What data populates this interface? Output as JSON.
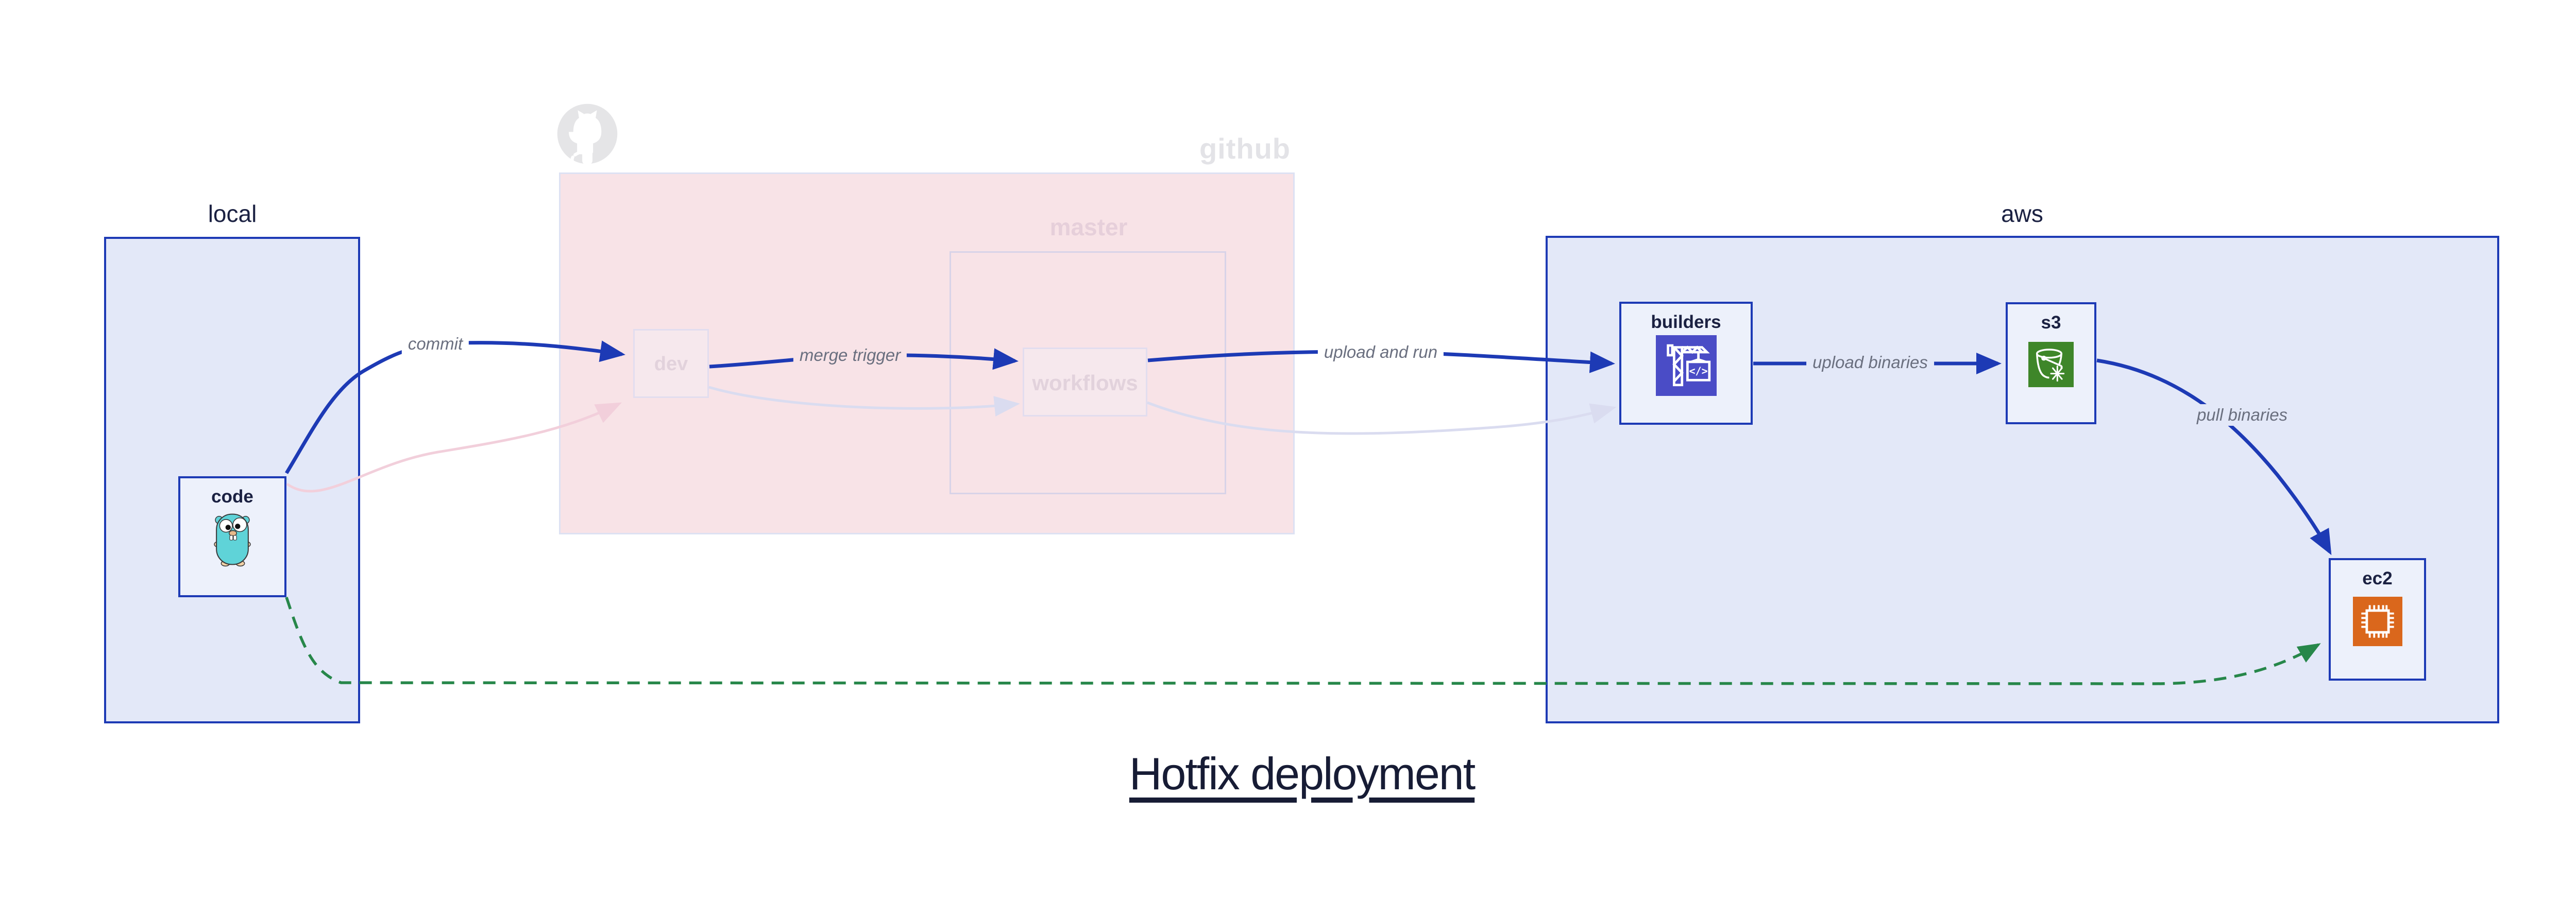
{
  "title": "Hotfix deployment",
  "groups": {
    "local": {
      "label": "local"
    },
    "github": {
      "label": "github",
      "master": {
        "label": "master"
      }
    },
    "aws": {
      "label": "aws"
    }
  },
  "nodes": {
    "code": {
      "label": "code",
      "icon": "go-gopher-icon"
    },
    "dev": {
      "label": "dev"
    },
    "workflows": {
      "label": "workflows"
    },
    "builders": {
      "label": "builders",
      "icon": "codebuild-crane-icon"
    },
    "s3": {
      "label": "s3",
      "icon": "s3-glacier-bucket-icon"
    },
    "ec2": {
      "label": "ec2",
      "icon": "ec2-chip-icon"
    }
  },
  "edges": {
    "commit": {
      "label": "commit",
      "style": "solid-blue"
    },
    "merge_trigger": {
      "label": "merge trigger",
      "style": "solid-blue"
    },
    "upload_and_run": {
      "label": "upload and run",
      "style": "solid-blue"
    },
    "upload_binaries": {
      "label": "upload binaries",
      "style": "solid-blue"
    },
    "pull_binaries": {
      "label": "pull binaries",
      "style": "solid-blue"
    },
    "hotfix_dashed_path": {
      "label": "",
      "style": "dashed-green"
    },
    "code_to_dev_faded": {
      "label": "",
      "style": "faded-pink"
    },
    "dev_to_workflows_faded": {
      "label": "",
      "style": "faded-lavender"
    },
    "workflows_to_builders_faded": {
      "label": "",
      "style": "faded-lavender"
    }
  },
  "colors": {
    "arrow_blue": "#1d3ab5",
    "arrow_green_dashed": "#27874a",
    "arrow_faded_pink": "#f2cfdb",
    "arrow_faded_lavender": "#dadcf0",
    "group_blue_fill": "#e3e8f8",
    "group_pink_fill": "#f8e3e7",
    "node_fill": "#edf1fb",
    "edge_label_gray": "#6a6f7f",
    "builders_icon_bg": "#4a4cc6",
    "s3_icon_bg": "#3e8629",
    "ec2_icon_bg": "#da671c",
    "gopher_teal": "#5fd3d8",
    "watermark_gray": "#e3e3e7",
    "title_navy": "#171c35"
  }
}
